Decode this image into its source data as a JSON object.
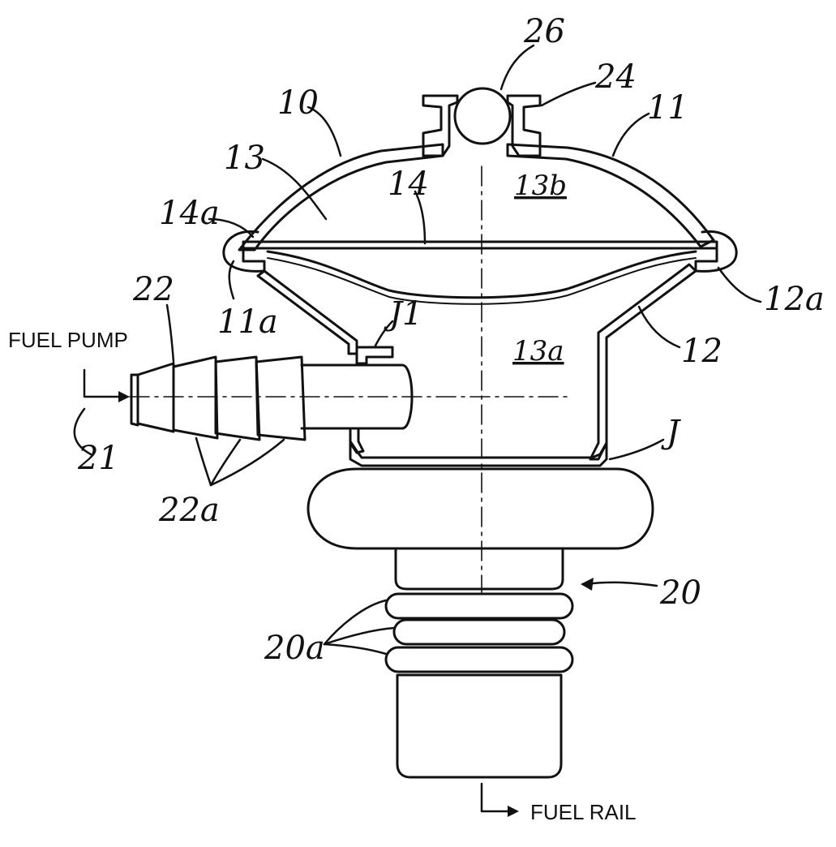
{
  "labels": {
    "ref_10": "10",
    "ref_11": "11",
    "ref_11a": "11a",
    "ref_12": "12",
    "ref_12a": "12a",
    "ref_13": "13",
    "ref_13a": "13a",
    "ref_13b": "13b",
    "ref_14": "14",
    "ref_14a": "14a",
    "ref_20": "20",
    "ref_20a": "20a",
    "ref_21": "21",
    "ref_22": "22",
    "ref_22a": "22a",
    "ref_24": "24",
    "ref_26": "26",
    "ref_J": "J",
    "ref_J1": "J1",
    "fuel_pump": "FUEL PUMP",
    "fuel_rail": "FUEL RAIL"
  },
  "colors": {
    "ink": "#111111",
    "paper": "#ffffff"
  }
}
